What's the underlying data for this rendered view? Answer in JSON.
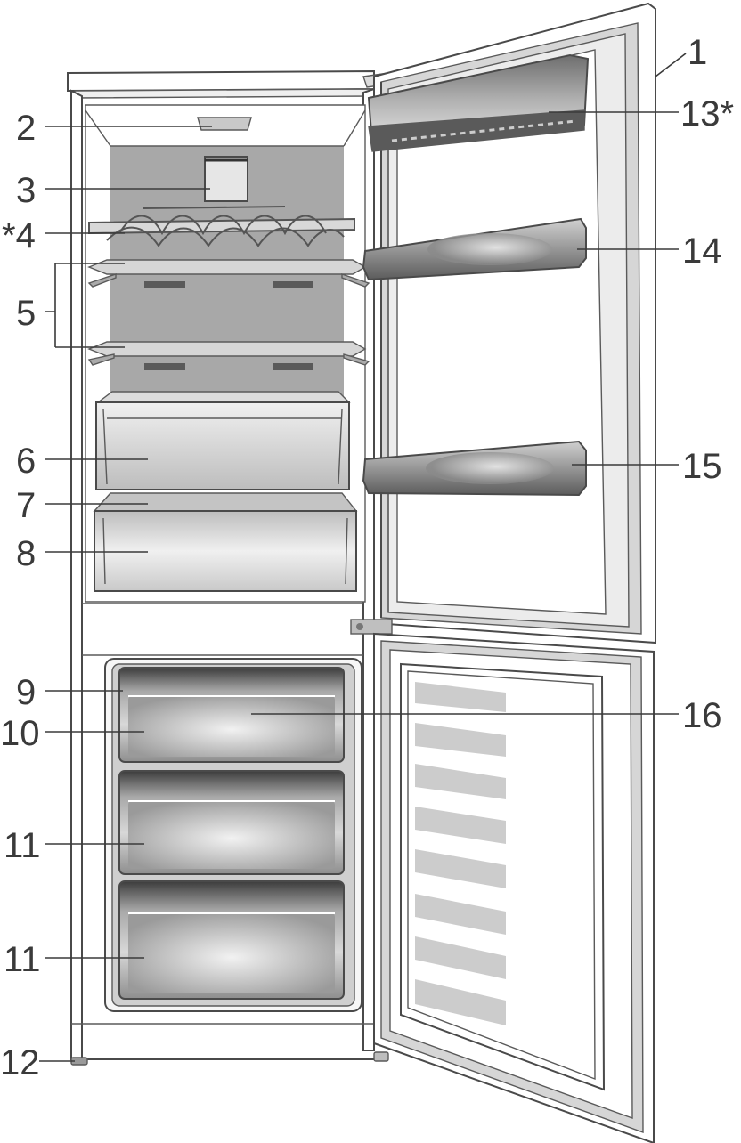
{
  "diagram": {
    "callouts": [
      {
        "id": "c1",
        "label": "1"
      },
      {
        "id": "c2",
        "label": "2"
      },
      {
        "id": "c3",
        "label": "3"
      },
      {
        "id": "c4",
        "label": "*4"
      },
      {
        "id": "c5",
        "label": "5"
      },
      {
        "id": "c6",
        "label": "6"
      },
      {
        "id": "c7",
        "label": "7"
      },
      {
        "id": "c8",
        "label": "8"
      },
      {
        "id": "c9",
        "label": "9"
      },
      {
        "id": "c10",
        "label": "10"
      },
      {
        "id": "c11a",
        "label": "11"
      },
      {
        "id": "c11b",
        "label": "11"
      },
      {
        "id": "c12",
        "label": "12"
      },
      {
        "id": "c13",
        "label": "13*"
      },
      {
        "id": "c14",
        "label": "14"
      },
      {
        "id": "c15",
        "label": "15"
      },
      {
        "id": "c16",
        "label": "16"
      }
    ]
  }
}
